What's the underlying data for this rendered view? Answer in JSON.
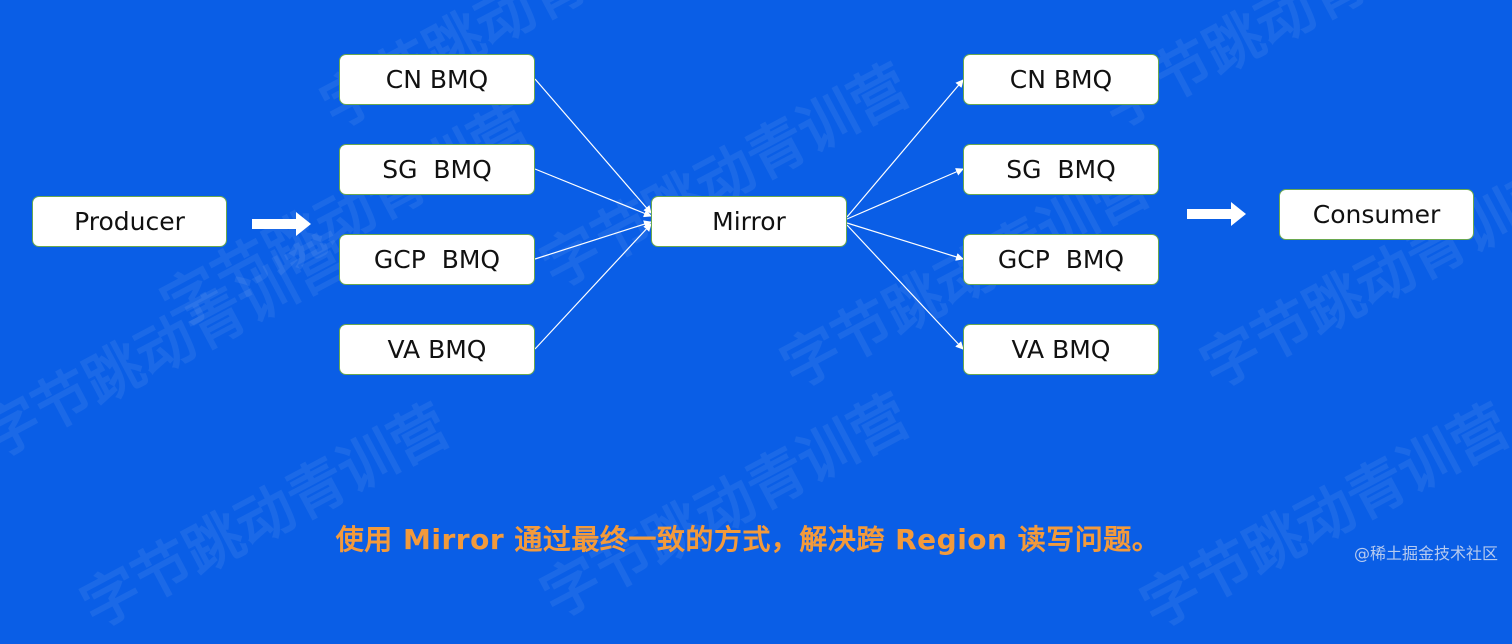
{
  "diagram": {
    "nodes": {
      "producer": "Producer",
      "src_cn": "CN BMQ",
      "src_sg": "SG  BMQ",
      "src_gcp": "GCP  BMQ",
      "src_va": "VA BMQ",
      "mirror": "Mirror",
      "dst_cn": "CN BMQ",
      "dst_sg": "SG  BMQ",
      "dst_gcp": "GCP  BMQ",
      "dst_va": "VA BMQ",
      "consumer": "Consumer"
    },
    "caption": "使用  Mirror 通过最终一致的方式，解决跨  Region 读写问题。",
    "watermark_text": "字节跳动青训营",
    "source_label": "@稀土掘金技术社区"
  },
  "colors": {
    "background": "#0a5ee6",
    "node_fill": "#ffffff",
    "node_border": "#6aa84f",
    "caption": "#f39a3b",
    "connector": "#ffffff"
  }
}
